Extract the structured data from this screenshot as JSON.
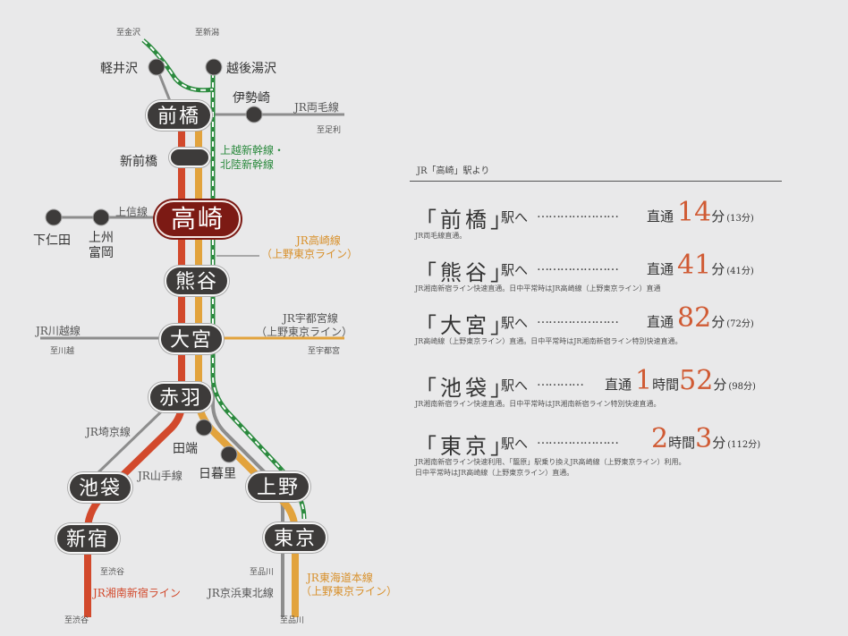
{
  "map": {
    "directions": {
      "kanazawa": "至金沢",
      "niigata": "至新潟",
      "ashikaga": "至足利",
      "kawagoe": "至川越",
      "utsunomiya": "至宇都宮",
      "shibuya_a": "至渋谷",
      "shibuya_b": "至渋谷",
      "shinagawa_a": "至品川",
      "shinagawa_b": "至品川"
    },
    "stations": {
      "maebashi": "前橋",
      "takasaki": "高崎",
      "kumagaya": "熊谷",
      "omiya": "大宮",
      "akabane": "赤羽",
      "ikebukuro": "池袋",
      "shinjuku": "新宿",
      "ueno": "上野",
      "tokyo": "東京"
    },
    "small_stations": {
      "karuizawa": "軽井沢",
      "echigo_yuzawa": "越後湯沢",
      "isesaki": "伊勢崎",
      "shin_maebashi": "新前橋",
      "shimonita": "下仁田",
      "joshu_tomioka": "上州富岡",
      "tabata": "田端",
      "nippori": "日暮里"
    },
    "lines": {
      "ryomo": "JR両毛線",
      "joetsu_hokuriku_1": "上越新幹線・",
      "joetsu_hokuriku_2": "北陸新幹線",
      "joshin": "上信線",
      "takasaki_1": "JR高崎線",
      "takasaki_2": "（上野東京ライン）",
      "utsunomiya_1": "JR宇都宮線",
      "utsunomiya_2": "（上野東京ライン）",
      "kawagoe": "JR川越線",
      "saikyo": "JR埼京線",
      "yamanote": "JR山手線",
      "shonan_shinjuku": "JR湘南新宿ライン",
      "keihin_tohoku": "JR京浜東北線",
      "tokaido_1": "JR東海道本線",
      "tokaido_2": "（上野東京ライン）"
    },
    "colors": {
      "red": "#d2492c",
      "orange": "#e2a33d",
      "green": "#2b8a3e",
      "gray": "#8d8d8d",
      "dark": "#3d3b3a",
      "highlight": "#7c1a14"
    }
  },
  "panel": {
    "heading": "JR「高崎」駅より",
    "rows": [
      {
        "dest": "「前橋」",
        "he": "駅へ",
        "dots": "…………………",
        "lead": "直通",
        "time": [
          {
            "n": "14",
            "u": "分"
          }
        ],
        "paren": "(13分)",
        "note": [
          "JR両毛線直通。"
        ]
      },
      {
        "dest": "「熊谷」",
        "he": "駅へ",
        "dots": "…………………",
        "lead": "直通",
        "time": [
          {
            "n": "41",
            "u": "分"
          }
        ],
        "paren": "(41分)",
        "note": [
          "JR湘南新宿ライン快速直通。日中平常時はJR高崎線（上野東京ライン）直通"
        ]
      },
      {
        "dest": "「大宮」",
        "he": "駅へ",
        "dots": "…………………",
        "lead": "直通",
        "time": [
          {
            "n": "82",
            "u": "分"
          }
        ],
        "paren": "(72分)",
        "note": [
          "JR高崎線（上野東京ライン）直通。日中平常時はJR湘南新宿ライン特別快速直通。"
        ]
      },
      {
        "dest": "「池袋」",
        "he": "駅へ",
        "dots": "…………",
        "lead": "直通",
        "time": [
          {
            "n": "1",
            "u": "時間"
          },
          {
            "n": "52",
            "u": "分"
          }
        ],
        "paren": "(98分)",
        "note": [
          "JR湘南新宿ライン快速直通。日中平常時はJR湘南新宿ライン特別快速直通。"
        ]
      },
      {
        "dest": "「東京」",
        "he": "駅へ",
        "dots": "…………………",
        "lead": "",
        "time": [
          {
            "n": "2",
            "u": "時間"
          },
          {
            "n": "3",
            "u": "分"
          }
        ],
        "paren": "(112分)",
        "note": [
          "JR湘南新宿ライン快速利用、「籠原」駅乗り換えJR高崎線（上野東京ライン）利用。",
          "日中平常時はJR高崎線（上野東京ライン）直通。"
        ]
      }
    ]
  }
}
